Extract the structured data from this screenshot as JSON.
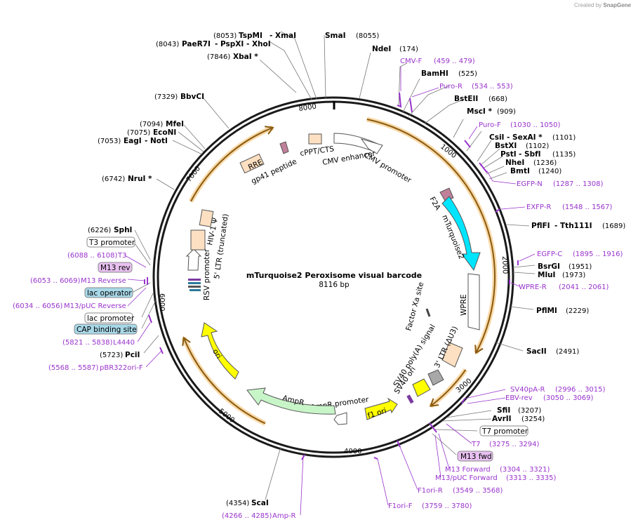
{
  "credit": {
    "prefix": "Created by",
    "brand": "SnapGene"
  },
  "title": "mTurquoise2 Peroxisome visual barcode",
  "size": "8116 bp",
  "ticks": [
    "1000",
    "2000",
    "3000",
    "4000",
    "5000",
    "6000",
    "7000",
    "8000"
  ],
  "sites_right": [
    {
      "name": "NdeI",
      "pos": "(174)"
    },
    {
      "name": "BamHI",
      "pos": "(525)"
    },
    {
      "name": "BstEII",
      "pos": "(668)"
    },
    {
      "name": "MscI *",
      "pos": "(909)"
    },
    {
      "name": "CsiI",
      "extra": "- SexAI *",
      "pos": "(1101)"
    },
    {
      "name": "BstXI",
      "pos": "(1102)"
    },
    {
      "name": "PstI",
      "extra": "- SbfI",
      "pos": "(1135)"
    },
    {
      "name": "NheI",
      "pos": "(1236)"
    },
    {
      "name": "BmtI",
      "pos": "(1240)"
    },
    {
      "name": "PflFI",
      "extra": "- Tth111I",
      "pos": "(1689)"
    },
    {
      "name": "BsrGI",
      "pos": "(1951)"
    },
    {
      "name": "MluI",
      "pos": "(1973)"
    },
    {
      "name": "PflMI",
      "pos": "(2229)"
    },
    {
      "name": "SacII",
      "pos": "(2491)"
    },
    {
      "name": "SfiI",
      "pos": "(3207)"
    },
    {
      "name": "AvrII",
      "pos": "(3254)"
    }
  ],
  "sites_left": [
    {
      "name": "TspMI",
      "extra": "- XmaI",
      "pos": "(8053)"
    },
    {
      "name": "PaeR7I",
      "extra": "- PspXI - XhoI",
      "pos": "(8043)"
    },
    {
      "name": "XbaI *",
      "pos": "(7846)"
    },
    {
      "name": "BbvCI",
      "pos": "(7329)"
    },
    {
      "name": "MfeI",
      "pos": "(7094)"
    },
    {
      "name": "EcoNI",
      "pos": "(7075)"
    },
    {
      "name": "EagI",
      "extra": "- NotI",
      "pos": "(7053)"
    },
    {
      "name": "NruI *",
      "pos": "(6742)"
    },
    {
      "name": "SphI",
      "pos": "(6226)"
    },
    {
      "name": "PciI",
      "pos": "(5723)"
    },
    {
      "name": "ScaI",
      "pos": "(4354)"
    }
  ],
  "site_top": {
    "name": "SmaI",
    "pos": "(8055)"
  },
  "primers_right": [
    {
      "name": "CMV-F",
      "range": "(459 .. 479)"
    },
    {
      "name": "Puro-R",
      "range": "(534 .. 553)"
    },
    {
      "name": "Puro-F",
      "range": "(1030 .. 1050)"
    },
    {
      "name": "EGFP-N",
      "range": "(1287 .. 1308)"
    },
    {
      "name": "EXFP-R",
      "range": "(1548 .. 1567)"
    },
    {
      "name": "EGFP-C",
      "range": "(1895 .. 1916)"
    },
    {
      "name": "WPRE-R",
      "range": "(2041 .. 2061)"
    },
    {
      "name": "SV40pA-R",
      "range": "(2996 .. 3015)"
    },
    {
      "name": "EBV-rev",
      "range": "(3050 .. 3069)"
    },
    {
      "name": "T7",
      "range": "(3275 .. 3294)"
    },
    {
      "name": "M13 Forward",
      "range": "(3304 .. 3321)"
    },
    {
      "name": "M13/pUC Forward",
      "range": "(3313 .. 3335)"
    },
    {
      "name": "F1ori-R",
      "range": "(3549 .. 3568)"
    },
    {
      "name": "F1ori-F",
      "range": "(3759 .. 3780)"
    },
    {
      "name": "Amp-R",
      "range": "(4266 .. 4285)"
    }
  ],
  "primers_left": [
    {
      "name": "T3",
      "range": "(6088 .. 6108)"
    },
    {
      "name": "M13 Reverse",
      "range": "(6053 .. 6069)"
    },
    {
      "name": "M13/pUC Reverse",
      "range": "(6034 .. 6056)"
    },
    {
      "name": "L4440",
      "range": "(5821 .. 5838)"
    },
    {
      "name": "pBR322ori-F",
      "range": "(5568 .. 5587)"
    }
  ],
  "boxed": {
    "t7_promoter": "T7 promoter",
    "m13_fwd": "M13 fwd",
    "t3_promoter": "T3 promoter",
    "m13_rev": "M13 rev",
    "lac_operator": "lac operator",
    "lac_promoter": "lac promoter",
    "cap_site": "CAP binding site"
  },
  "features": {
    "rre": "RRE",
    "gp41": "gp41 peptide",
    "cppt": "cPPT/CTS",
    "cmv_enhancer": "CMV enhancer",
    "cmv_promoter": "CMV promoter",
    "f2a": "F2A",
    "mturq": "mTurquoise2",
    "factor_xa": "Factor Xa site",
    "wpre": "WPRE",
    "ltr3": "3' LTR (ΔU3)",
    "sv40_polya": "SV40 poly(A) signal",
    "sv40_ori": "SV40 ori",
    "f1ori": "f1 ori",
    "ampr_promoter": "AmpR promoter",
    "ampr": "AmpR",
    "ori": "ori",
    "rsv": "RSV promoter",
    "ltr5": "5' LTR (truncated)",
    "hiv": "HIV-1 Ψ"
  },
  "colors": {
    "backbone": "#1a1a1a",
    "primer": "#9933cc",
    "cds_orange": "#f5a623",
    "mturq": "#00e5ff",
    "ori": "#ffff00",
    "ampr": "#c8f5c8",
    "misc": "#fde0c2",
    "lac_box": "#a8d8e8",
    "m13_box": "#e8c0f0"
  }
}
